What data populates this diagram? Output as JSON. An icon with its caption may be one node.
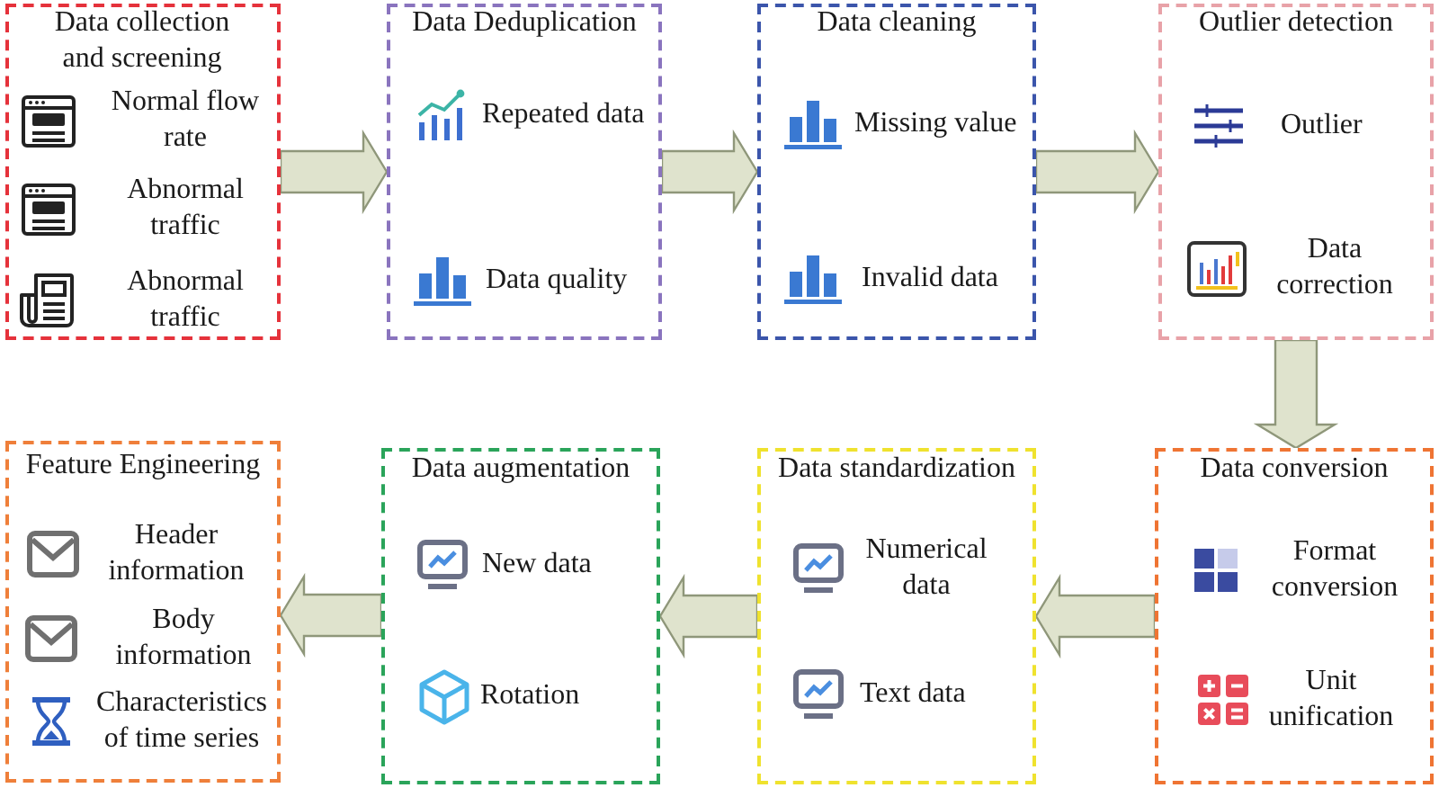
{
  "diagram": {
    "nodes": [
      {
        "text": [
          "Data collection and screening",
          "Normal flow rate",
          "Abnormal traffic",
          "Abnormal traffic"
        ]
      },
      {
        "text": [
          "Data Deduplication",
          "Repeated data",
          "Data quality"
        ]
      },
      {
        "text": [
          "Data cleaning",
          "Missing value",
          "Invalid data"
        ]
      },
      {
        "text": [
          "Outlier detection",
          "Outlier",
          "Data correction"
        ]
      },
      {
        "text": [
          "Feature Engineering",
          "Header information",
          "Body information",
          "Characteristics of time series"
        ]
      },
      {
        "text": [
          "Data augmentation",
          "New data",
          "Rotation"
        ]
      },
      {
        "text": [
          "Data standardization",
          "Numerical data",
          "Text data"
        ]
      },
      {
        "text": [
          "Data conversion",
          "Format conversion",
          "Unit unification"
        ]
      }
    ],
    "edges": [
      {
        "from": 0,
        "to": 1,
        "arrow": "to"
      },
      {
        "from": 1,
        "to": 2,
        "arrow": "to"
      },
      {
        "from": 2,
        "to": 3,
        "arrow": "to"
      },
      {
        "from": 3,
        "to": 7,
        "arrow": "to"
      },
      {
        "from": 7,
        "to": 6,
        "arrow": "to"
      },
      {
        "from": 6,
        "to": 5,
        "arrow": "to"
      },
      {
        "from": 5,
        "to": 4,
        "arrow": "to"
      }
    ]
  }
}
